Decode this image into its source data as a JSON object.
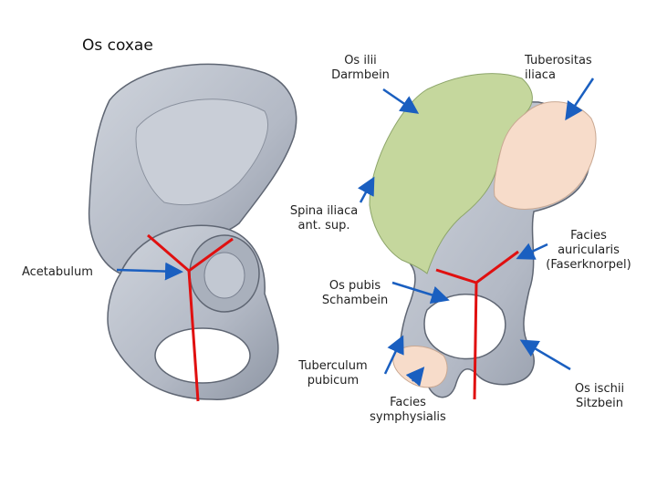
{
  "title": "Os coxae",
  "labels": {
    "os_ilii_1": "Os ilii",
    "os_ilii_2": "Darmbein",
    "tuberositas_1": "Tuberositas",
    "tuberositas_2": "iliaca",
    "spina_1": "Spina iliaca",
    "spina_2": "ant. sup.",
    "facies_aur_1": "Facies",
    "facies_aur_2": "auricularis",
    "facies_aur_3": "(Faserknorpel)",
    "acetabulum": "Acetabulum",
    "os_pubis_1": "Os pubis",
    "os_pubis_2": "Schambein",
    "tuberculum_1": "Tuberculum",
    "tuberculum_2": "pubicum",
    "facies_sym_1": "Facies",
    "facies_sym_2": "symphysialis",
    "os_ischii_1": "Os ischii",
    "os_ischii_2": "Sitzbein"
  },
  "colors": {
    "bone": "#b9bfca",
    "bone_dark": "#7d8595",
    "ilium_region": "#c5d79d",
    "auricular_region": "#f7dcca",
    "symphysis_region": "#f7dcca",
    "suture_lines": "#e01010",
    "pointer_arrows": "#1a5fc0"
  }
}
